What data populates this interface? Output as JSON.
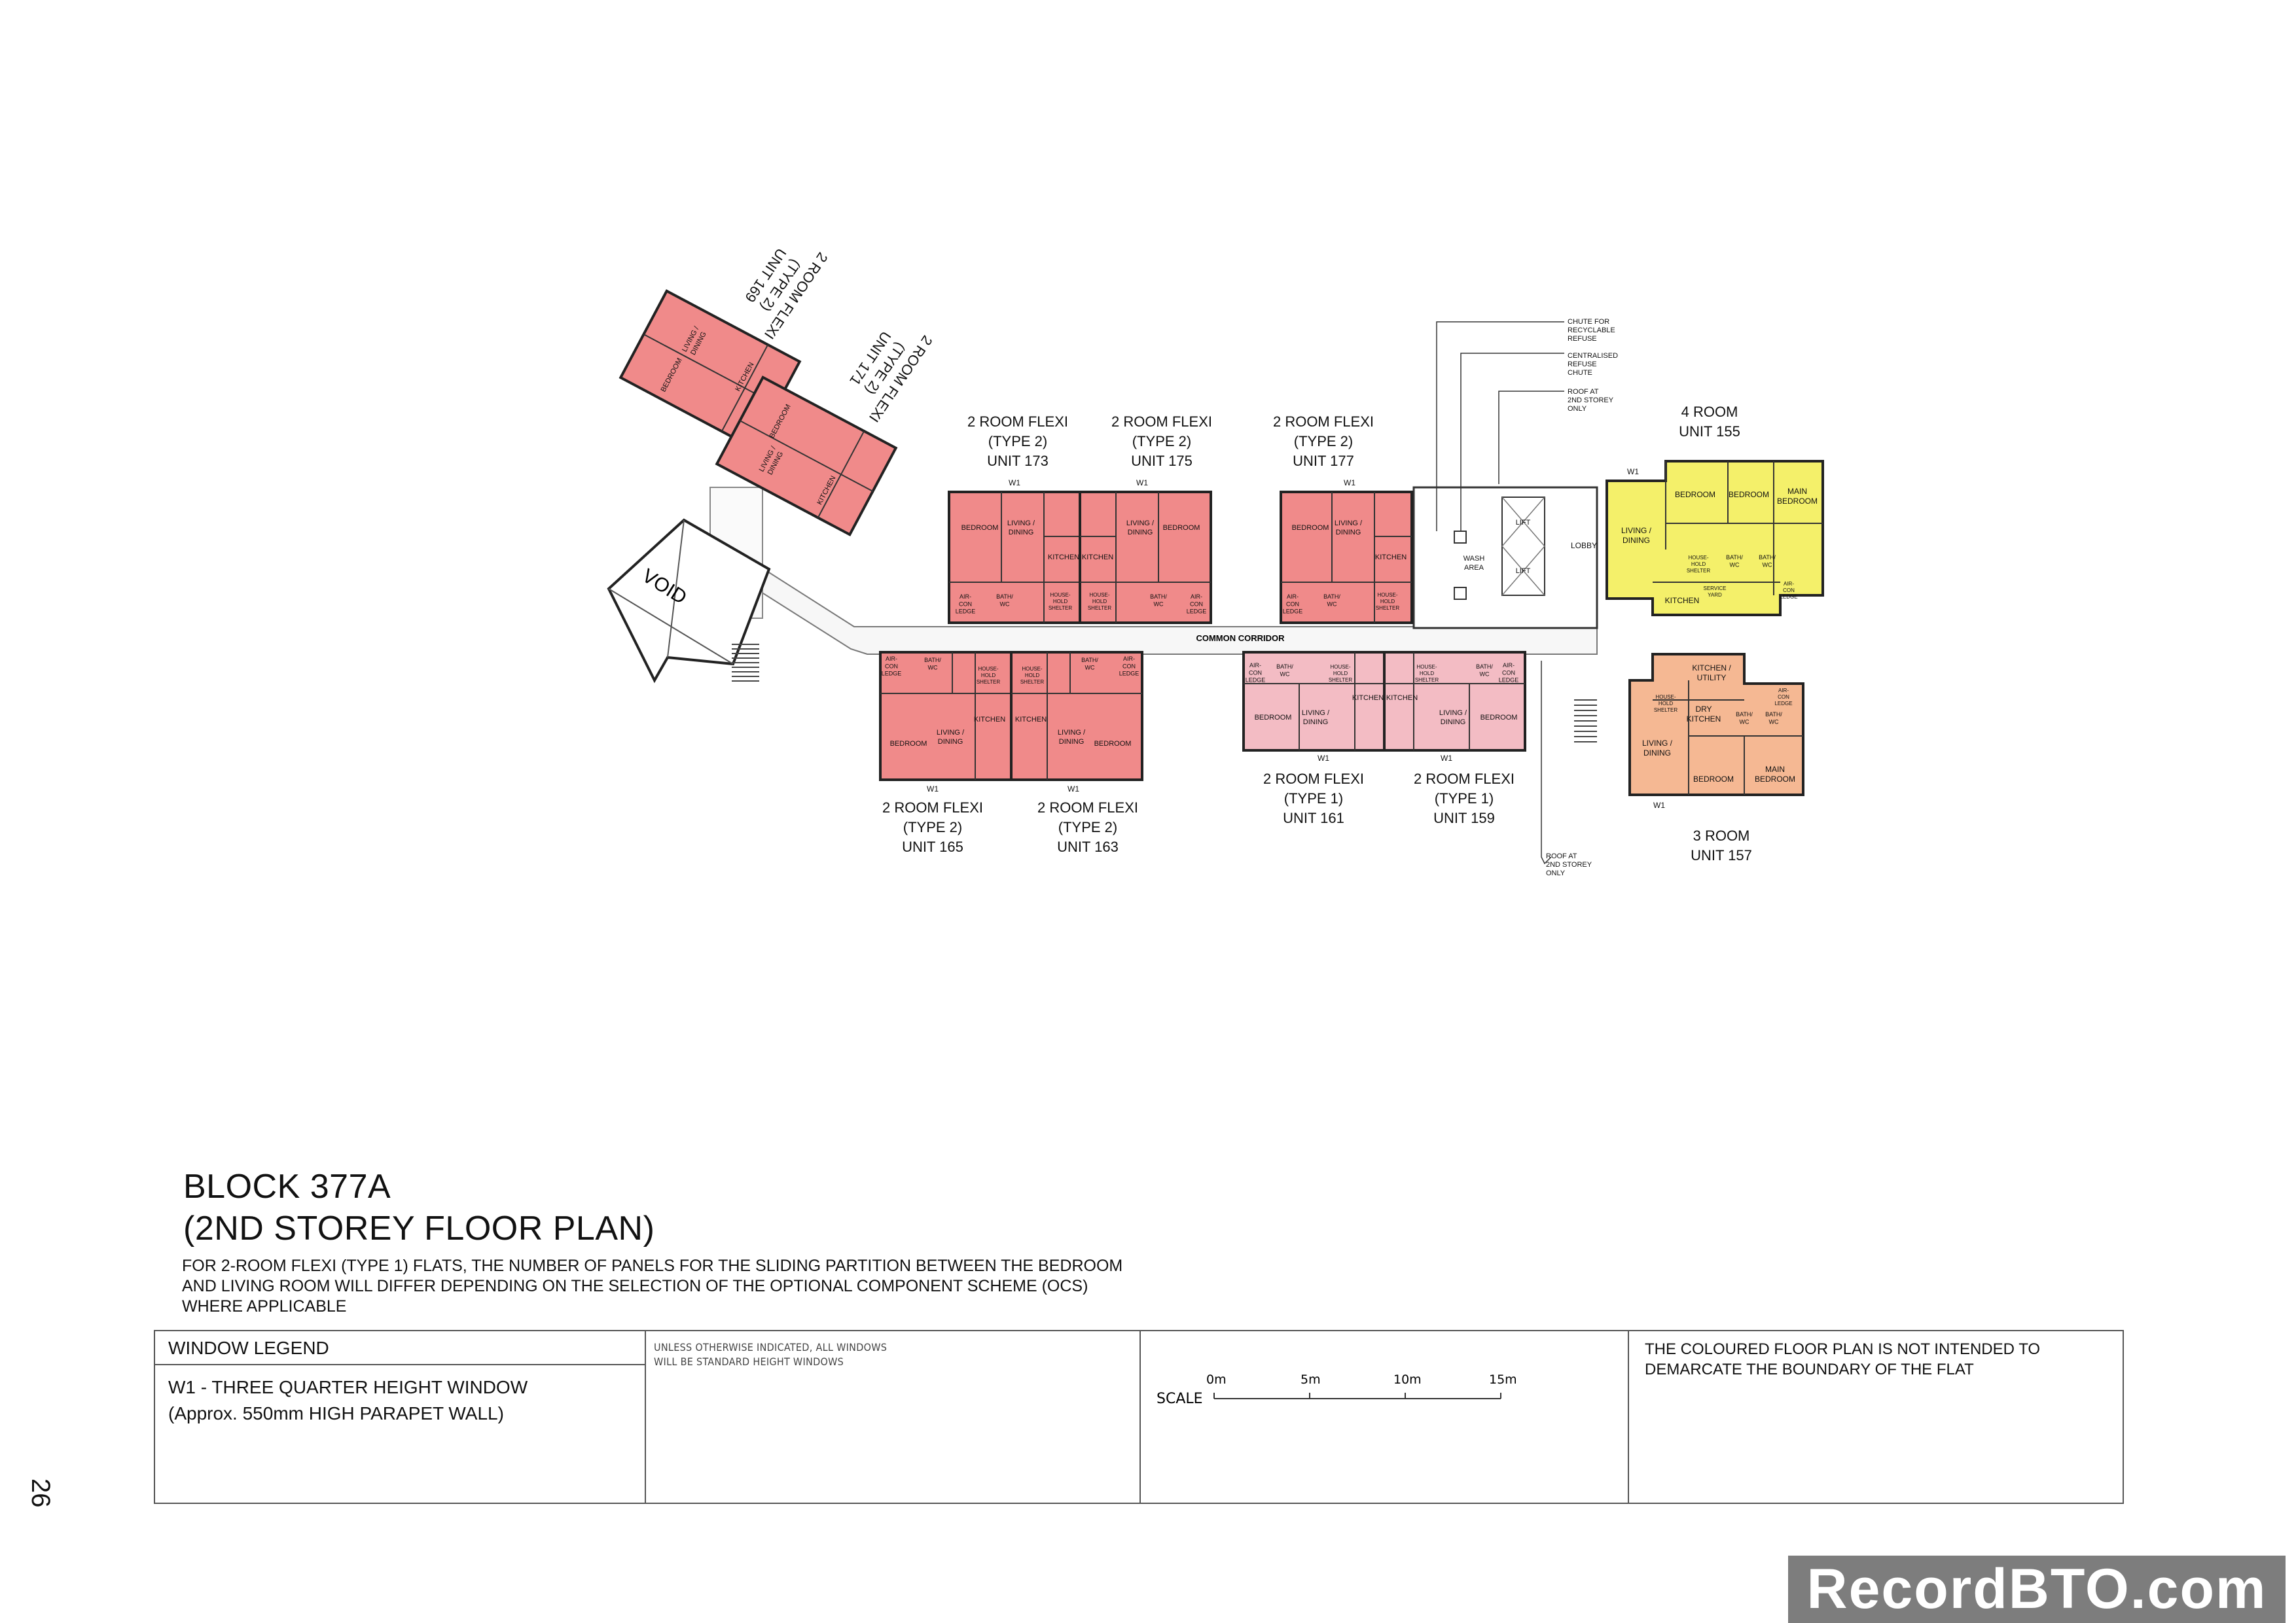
{
  "units": [
    {
      "id": "169",
      "type_lines": [
        "2 ROOM FLEXI",
        "(TYPE 2)",
        "UNIT 169"
      ],
      "color": "#f08a8a"
    },
    {
      "id": "171",
      "type_lines": [
        "2 ROOM FLEXI",
        "(TYPE 2)",
        "UNIT 171"
      ],
      "color": "#f08a8a"
    },
    {
      "id": "173",
      "type_lines": [
        "2 ROOM FLEXI",
        "(TYPE 2)",
        "UNIT 173"
      ],
      "color": "#f08a8a"
    },
    {
      "id": "175",
      "type_lines": [
        "2 ROOM FLEXI",
        "(TYPE 2)",
        "UNIT 175"
      ],
      "color": "#f08a8a"
    },
    {
      "id": "177",
      "type_lines": [
        "2 ROOM FLEXI",
        "(TYPE 2)",
        "UNIT 177"
      ],
      "color": "#f08a8a"
    },
    {
      "id": "165",
      "type_lines": [
        "2 ROOM FLEXI",
        "(TYPE 2)",
        "UNIT 165"
      ],
      "color": "#f08a8a"
    },
    {
      "id": "163",
      "type_lines": [
        "2 ROOM FLEXI",
        "(TYPE 2)",
        "UNIT 163"
      ],
      "color": "#f08a8a"
    },
    {
      "id": "161",
      "type_lines": [
        "2 ROOM FLEXI",
        "(TYPE 1)",
        "UNIT 161"
      ],
      "color": "#f3bcc4"
    },
    {
      "id": "159",
      "type_lines": [
        "2 ROOM FLEXI",
        "(TYPE 1)",
        "UNIT 159"
      ],
      "color": "#f3bcc4"
    },
    {
      "id": "155",
      "type_lines": [
        "4 ROOM",
        "UNIT 155"
      ],
      "color": "#f4f06a"
    },
    {
      "id": "157",
      "type_lines": [
        "3 ROOM",
        "UNIT 157"
      ],
      "color": "#f5b893"
    }
  ],
  "room_labels": {
    "bedroom": "BEDROOM",
    "living_dining": [
      "LIVING /",
      "DINING"
    ],
    "kitchen": "KITCHEN",
    "bath_wc": [
      "BATH/",
      "WC"
    ],
    "air_con": [
      "AIR-",
      "CON",
      "LEDGE"
    ],
    "household_shelter": [
      "HOUSE-",
      "HOLD",
      "SHELTER"
    ],
    "main_bedroom": [
      "MAIN",
      "BEDROOM"
    ],
    "kitchen_utility": [
      "KITCHEN /",
      "UTILITY"
    ],
    "dry_kitchen": [
      "DRY",
      "KITCHEN"
    ],
    "service_yard": [
      "SERVICE",
      "YARD"
    ],
    "window": "W1"
  },
  "common_labels": {
    "common_corridor": "COMMON CORRIDOR",
    "lobby": "LOBBY",
    "lift": "LIFT",
    "wash_area": [
      "WASH",
      "AREA"
    ],
    "void": "VOID",
    "chute_recyclable": [
      "CHUTE FOR",
      "RECYCLABLE",
      "REFUSE"
    ],
    "centralised_chute": [
      "CENTRALISED",
      "REFUSE",
      "CHUTE"
    ],
    "roof_2nd_top": [
      "ROOF AT",
      "2ND STOREY",
      "ONLY"
    ],
    "roof_2nd_bottom": [
      "ROOF AT",
      "2ND STOREY",
      "ONLY"
    ]
  },
  "title": {
    "line1": "BLOCK 377A",
    "line2": "(2ND STOREY FLOOR PLAN)",
    "note": "FOR 2-ROOM FLEXI (TYPE 1) FLATS, THE NUMBER OF PANELS FOR THE SLIDING PARTITION BETWEEN THE BEDROOM AND LIVING ROOM WILL DIFFER DEPENDING ON THE SELECTION OF THE OPTIONAL COMPONENT SCHEME (OCS) WHERE APPLICABLE"
  },
  "legend": {
    "header": "WINDOW LEGEND",
    "w1_line1": "W1 - THREE QUARTER HEIGHT WINDOW",
    "w1_line2": "(Approx. 550mm HIGH PARAPET WALL)",
    "standard_note": "UNLESS OTHERWISE INDICATED, ALL WINDOWS WILL BE STANDARD HEIGHT WINDOWS",
    "scale_label": "SCALE",
    "scale_ticks": [
      "0m",
      "5m",
      "10m",
      "15m"
    ],
    "disclaimer": "THE COLOURED FLOOR PLAN IS NOT INTENDED TO DEMARCATE THE BOUNDARY OF THE FLAT"
  },
  "page_number": "26",
  "watermark": "RecordBTO.com"
}
